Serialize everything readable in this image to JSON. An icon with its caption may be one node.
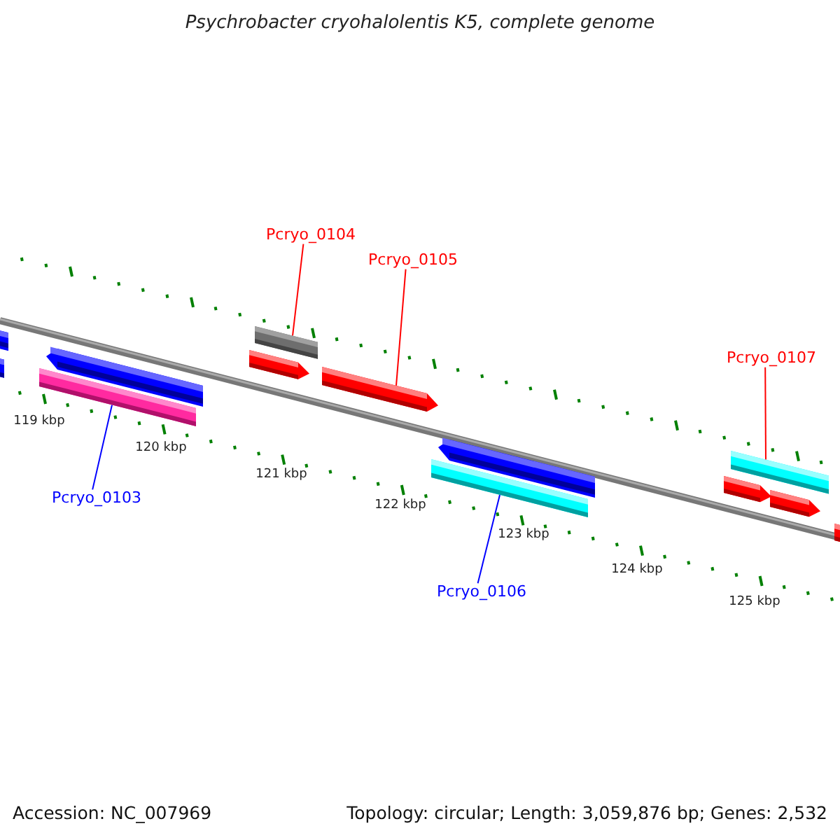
{
  "diagram": {
    "title": "Psychrobacter cryohalolentis K5, complete genome",
    "nodes": [
      {
        "text": [
          "Pcryo_0104"
        ]
      },
      {
        "text": [
          "Pcryo_0105"
        ]
      },
      {
        "text": [
          "Pcryo_0107"
        ]
      },
      {
        "text": [
          "Pcryo_0103"
        ]
      },
      {
        "text": [
          "Pcryo_0106"
        ]
      },
      {
        "text": [],
        "shape": "bar"
      },
      {
        "text": [],
        "shape": "bar"
      },
      {
        "text": [],
        "shape": "arrow"
      },
      {
        "text": [],
        "shape": "bar"
      },
      {
        "text": [],
        "shape": "bar"
      }
    ],
    "edges": [
      {
        "from": 0,
        "to": 6,
        "arrow": "none"
      },
      {
        "from": 1,
        "to": 7,
        "arrow": "none"
      },
      {
        "from": 2,
        "to": 9,
        "arrow": "none"
      },
      {
        "from": 3,
        "to": 5,
        "arrow": "none",
        "color": "#0000ff"
      },
      {
        "from": 4,
        "to": 8,
        "arrow": "none",
        "color": "#0000ff"
      }
    ],
    "labels": [
      "119 kbp",
      "120 kbp",
      "121 kbp",
      "122 kbp",
      "123 kbp",
      "124 kbp",
      "125 kbp",
      "Accession: NC_007969",
      "Topology: circular; Length: 3,059,876 bp; Genes: 2,532"
    ]
  }
}
